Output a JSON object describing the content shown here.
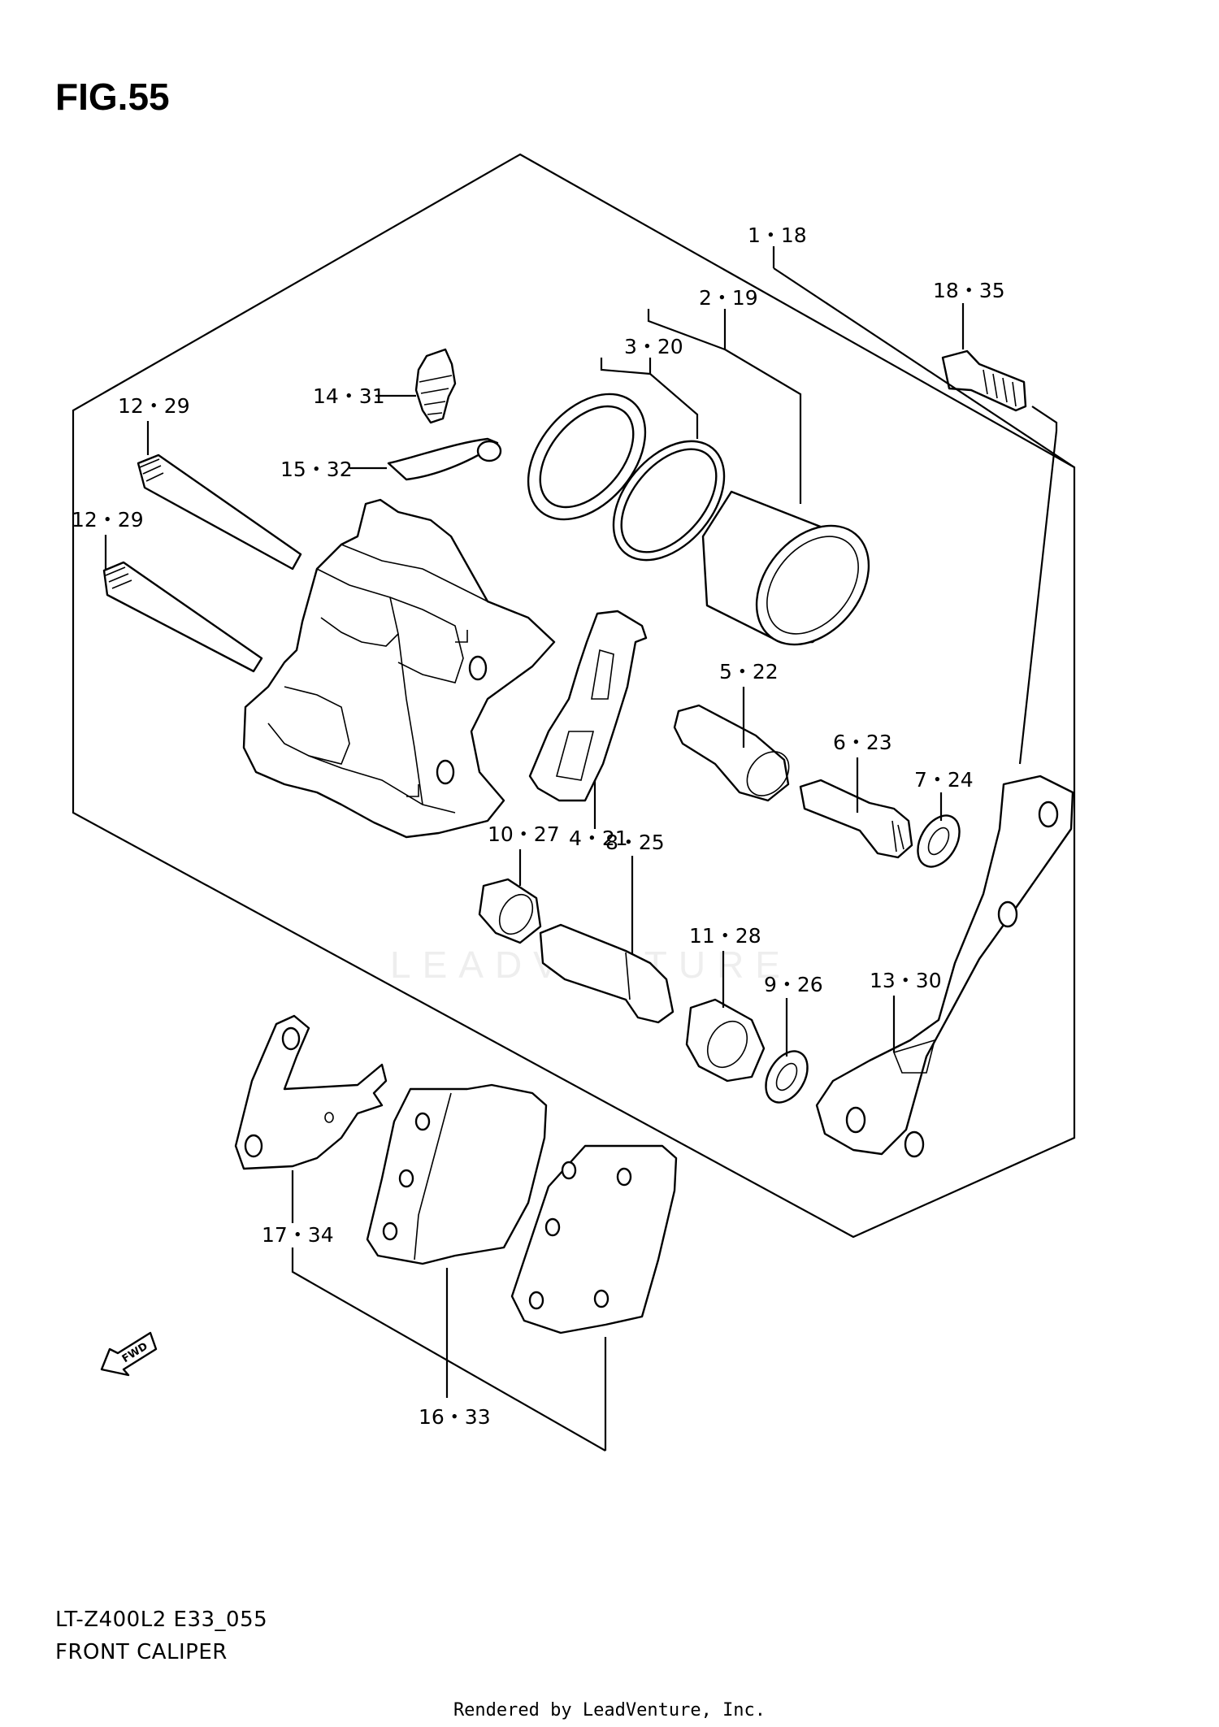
{
  "figure": {
    "title": "FIG.55",
    "model_code": "LT-Z400L2 E33_055",
    "caption": "FRONT CALIPER",
    "rendered_by": "Rendered by LeadVenture, Inc.",
    "watermark": "LEADVENTURE",
    "fwd_label": "FWD"
  },
  "callouts": [
    {
      "id": "1",
      "label": "1・18"
    },
    {
      "id": "2",
      "label": "2・19"
    },
    {
      "id": "3",
      "label": "3・20"
    },
    {
      "id": "4",
      "label": "4・21"
    },
    {
      "id": "5",
      "label": "5・22"
    },
    {
      "id": "6",
      "label": "6・23"
    },
    {
      "id": "7",
      "label": "7・24"
    },
    {
      "id": "8",
      "label": "8・25"
    },
    {
      "id": "9",
      "label": "9・26"
    },
    {
      "id": "10",
      "label": "10・27"
    },
    {
      "id": "11",
      "label": "11・28"
    },
    {
      "id": "12a",
      "label": "12・29"
    },
    {
      "id": "12b",
      "label": "12・29"
    },
    {
      "id": "13",
      "label": "13・30"
    },
    {
      "id": "14",
      "label": "14・31"
    },
    {
      "id": "15",
      "label": "15・32"
    },
    {
      "id": "16",
      "label": "16・33"
    },
    {
      "id": "17",
      "label": "17・34"
    },
    {
      "id": "18",
      "label": "18・35"
    }
  ]
}
